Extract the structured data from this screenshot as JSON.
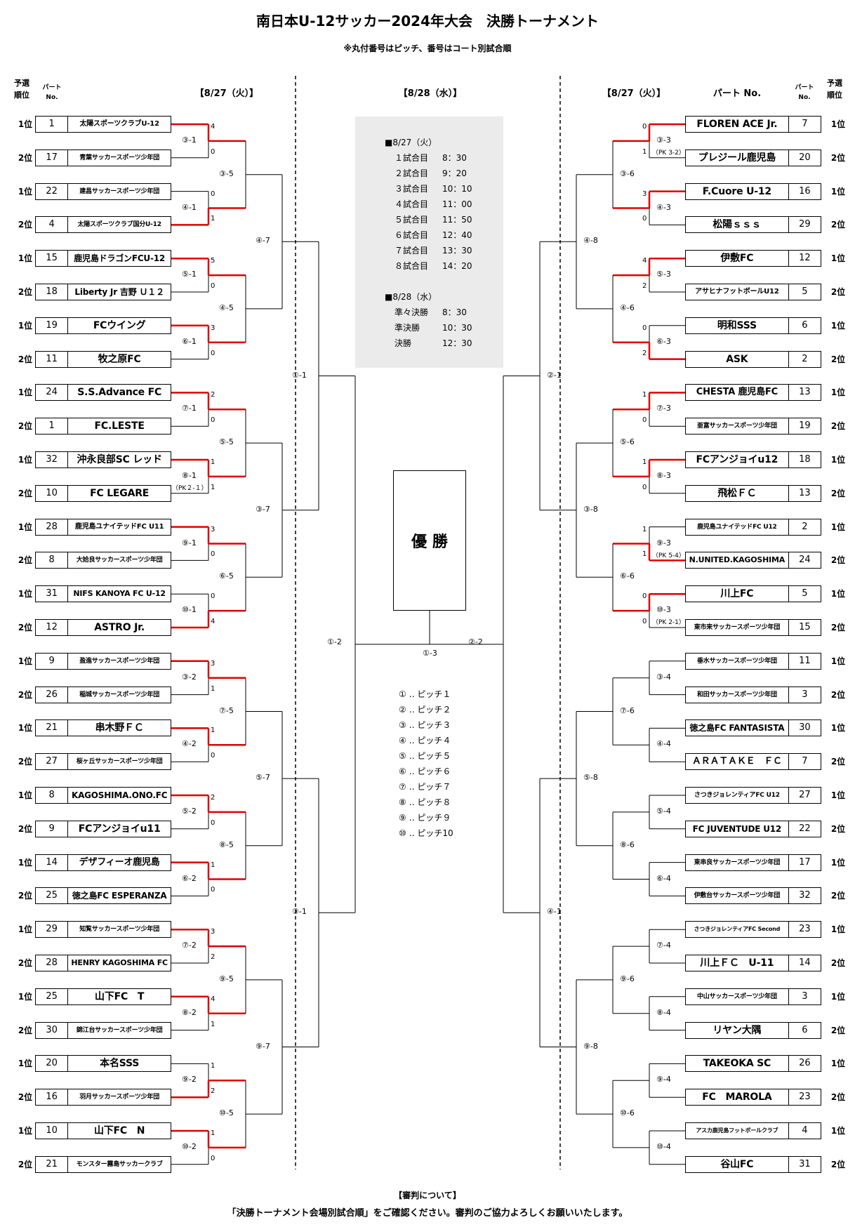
{
  "title": "南日本U-12サッカー2024年大会　決勝トーナメント",
  "subtitle": "※丸付番号はピッチ、番号はコート別試合順",
  "headers": {
    "rank": "予選\n順位",
    "part": "パート\nNo.",
    "part_no": "パート No.",
    "day1": "【8/27（火）】",
    "day2": "【8/28（水）】"
  },
  "schedule": {
    "day1_title": "■8/27（火）",
    "day1": [
      {
        "game": "１試合目",
        "time": "8：30"
      },
      {
        "game": "２試合目",
        "time": "9：20"
      },
      {
        "game": "３試合目",
        "time": "10：10"
      },
      {
        "game": "４試合目",
        "time": "11：00"
      },
      {
        "game": "５試合目",
        "time": "11：50"
      },
      {
        "game": "６試合目",
        "time": "12：40"
      },
      {
        "game": "７試合目",
        "time": "13：30"
      },
      {
        "game": "８試合目",
        "time": "14：20"
      }
    ],
    "day2_title": "■8/28（水）",
    "day2": [
      {
        "game": "準々決勝",
        "time": "8：30"
      },
      {
        "game": "準決勝",
        "time": "10：30"
      },
      {
        "game": "決勝",
        "time": "12：30"
      }
    ]
  },
  "champion": "優 勝",
  "final_label": "①-3",
  "pitches": [
    "① ‥ ピッチ１",
    "② ‥ ピッチ２",
    "③ ‥ ピッチ３",
    "④ ‥ ピッチ４",
    "⑤ ‥ ピッチ５",
    "⑥ ‥ ピッチ６",
    "⑦ ‥ ピッチ７",
    "⑧ ‥ ピッチ８",
    "⑨ ‥ ピッチ９",
    "⑩ ‥ ピッチ10"
  ],
  "referee_title": "【審判について】",
  "referee_text": "「決勝トーナメント会場別試合順」をご確認ください。審判のご協力よろしくお願いいたします。",
  "left_teams": [
    {
      "rank": "1位",
      "no": "1",
      "name": "太陽スポーツクラブU-12",
      "fs": 10
    },
    {
      "rank": "2位",
      "no": "17",
      "name": "青葉サッカースポーツ少年団",
      "fs": 9
    },
    {
      "rank": "1位",
      "no": "22",
      "name": "建昌サッカースポーツ少年団",
      "fs": 9
    },
    {
      "rank": "2位",
      "no": "4",
      "name": "太陽スポーツクラブ国分U-12",
      "fs": 9
    },
    {
      "rank": "1位",
      "no": "15",
      "name": "鹿児島ドラゴンFCU-12",
      "fs": 12
    },
    {
      "rank": "2位",
      "no": "18",
      "name": "Liberty Jr 吉野 Ｕ１２",
      "fs": 12
    },
    {
      "rank": "1位",
      "no": "19",
      "name": "FCウイング",
      "fs": 14
    },
    {
      "rank": "2位",
      "no": "11",
      "name": "牧之原FC",
      "fs": 14
    },
    {
      "rank": "1位",
      "no": "24",
      "name": "S.S.Advance FC",
      "fs": 14
    },
    {
      "rank": "2位",
      "no": "1",
      "name": "FC.LESTE",
      "fs": 14
    },
    {
      "rank": "1位",
      "no": "32",
      "name": "沖永良部SC レッド",
      "fs": 14
    },
    {
      "rank": "2位",
      "no": "10",
      "name": "FC LEGARE",
      "fs": 14
    },
    {
      "rank": "1位",
      "no": "28",
      "name": "鹿児島ユナイテッドFC U11",
      "fs": 10
    },
    {
      "rank": "2位",
      "no": "8",
      "name": "大姶良サッカースポーツ少年団",
      "fs": 9
    },
    {
      "rank": "1位",
      "no": "31",
      "name": "NIFS KANOYA FC U-12",
      "fs": 11
    },
    {
      "rank": "2位",
      "no": "12",
      "name": "ASTRO Jr.",
      "fs": 14
    },
    {
      "rank": "1位",
      "no": "9",
      "name": "盈進サッカースポーツ少年団",
      "fs": 9
    },
    {
      "rank": "2位",
      "no": "26",
      "name": "稲城サッカースポーツ少年団",
      "fs": 9
    },
    {
      "rank": "1位",
      "no": "21",
      "name": "串木野ＦＣ",
      "fs": 14
    },
    {
      "rank": "2位",
      "no": "27",
      "name": "桜ヶ丘サッカースポーツ少年団",
      "fs": 9
    },
    {
      "rank": "1位",
      "no": "8",
      "name": "KAGOSHIMA.ONO.FC",
      "fs": 12
    },
    {
      "rank": "2位",
      "no": "9",
      "name": "FCアンジョイu11",
      "fs": 14
    },
    {
      "rank": "1位",
      "no": "14",
      "name": "デザフィーオ鹿児島",
      "fs": 13
    },
    {
      "rank": "2位",
      "no": "25",
      "name": "徳之島FC ESPERANZA",
      "fs": 12
    },
    {
      "rank": "1位",
      "no": "29",
      "name": "知覧サッカースポーツ少年団",
      "fs": 9
    },
    {
      "rank": "2位",
      "no": "28",
      "name": "HENRY KAGOSHIMA FC",
      "fs": 11
    },
    {
      "rank": "1位",
      "no": "25",
      "name": "山下FC　T",
      "fs": 14
    },
    {
      "rank": "2位",
      "no": "30",
      "name": "錦江台サッカースポーツ少年団",
      "fs": 9
    },
    {
      "rank": "1位",
      "no": "20",
      "name": "本名SSS",
      "fs": 14
    },
    {
      "rank": "2位",
      "no": "16",
      "name": "羽月サッカースポーツ少年団",
      "fs": 9
    },
    {
      "rank": "1位",
      "no": "10",
      "name": "山下FC　N",
      "fs": 14
    },
    {
      "rank": "2位",
      "no": "21",
      "name": "モンスター霧島サッカークラブ",
      "fs": 9
    }
  ],
  "right_teams": [
    {
      "rank": "1位",
      "no": "7",
      "name": "FLOREN ACE Jr.",
      "fs": 14
    },
    {
      "rank": "2位",
      "no": "20",
      "name": "プレジール鹿児島",
      "fs": 14
    },
    {
      "rank": "1位",
      "no": "16",
      "name": "F.Cuore U-12",
      "fs": 14
    },
    {
      "rank": "2位",
      "no": "29",
      "name": "松陽ｓｓｓ",
      "fs": 14
    },
    {
      "rank": "1位",
      "no": "12",
      "name": "伊敷FC",
      "fs": 14
    },
    {
      "rank": "2位",
      "no": "5",
      "name": "アサヒナフットボールU12",
      "fs": 10
    },
    {
      "rank": "1位",
      "no": "6",
      "name": "明和SSS",
      "fs": 14
    },
    {
      "rank": "2位",
      "no": "2",
      "name": "ASK",
      "fs": 14
    },
    {
      "rank": "1位",
      "no": "13",
      "name": "CHESTA 鹿児島FC",
      "fs": 13
    },
    {
      "rank": "2位",
      "no": "19",
      "name": "亜富サッカースポーツ少年団",
      "fs": 9
    },
    {
      "rank": "1位",
      "no": "18",
      "name": "FCアンジョイu12",
      "fs": 14
    },
    {
      "rank": "2位",
      "no": "13",
      "name": "飛松ＦＣ",
      "fs": 14
    },
    {
      "rank": "1位",
      "no": "2",
      "name": "鹿児島ユナイテッドFC U12",
      "fs": 9
    },
    {
      "rank": "2位",
      "no": "24",
      "name": "N.UNITED.KAGOSHIMA",
      "fs": 11
    },
    {
      "rank": "1位",
      "no": "5",
      "name": "川上FC",
      "fs": 14
    },
    {
      "rank": "2位",
      "no": "15",
      "name": "東市来サッカースポーツ少年団",
      "fs": 9
    },
    {
      "rank": "1位",
      "no": "11",
      "name": "垂水サッカースポーツ少年団",
      "fs": 9
    },
    {
      "rank": "2位",
      "no": "3",
      "name": "和田サッカースポーツ少年団",
      "fs": 9
    },
    {
      "rank": "1位",
      "no": "30",
      "name": "徳之島FC FANTASISTA",
      "fs": 12
    },
    {
      "rank": "2位",
      "no": "7",
      "name": "ＡＲＡＴＡＫＥ　ＦＣ",
      "fs": 13
    },
    {
      "rank": "1位",
      "no": "27",
      "name": "さつきジョレンティアFC U12",
      "fs": 9
    },
    {
      "rank": "2位",
      "no": "22",
      "name": "FC JUVENTUDE U12",
      "fs": 12
    },
    {
      "rank": "1位",
      "no": "17",
      "name": "東串良サッカースポーツ少年団",
      "fs": 9
    },
    {
      "rank": "2位",
      "no": "32",
      "name": "伊敷台サッカースポーツ少年団",
      "fs": 9
    },
    {
      "rank": "1位",
      "no": "23",
      "name": "さつきジョレンティアFC Second",
      "fs": 8
    },
    {
      "rank": "2位",
      "no": "14",
      "name": "川上ＦＣ　U-11",
      "fs": 14
    },
    {
      "rank": "1位",
      "no": "3",
      "name": "中山サッカースポーツ少年団",
      "fs": 9
    },
    {
      "rank": "2位",
      "no": "6",
      "name": "リヤン大隅",
      "fs": 14
    },
    {
      "rank": "1位",
      "no": "26",
      "name": "TAKEOKA  SC",
      "fs": 14
    },
    {
      "rank": "2位",
      "no": "23",
      "name": "FC　MAROLA",
      "fs": 14
    },
    {
      "rank": "1位",
      "no": "4",
      "name": "アスカ鹿児島フットボールクラブ",
      "fs": 8
    },
    {
      "rank": "2位",
      "no": "31",
      "name": "谷山FC",
      "fs": 14
    }
  ],
  "left_r1": [
    {
      "label": "③-1",
      "s1": "4",
      "s2": "0",
      "w": 0
    },
    {
      "label": "④-1",
      "s1": "0",
      "s2": "1",
      "w": 1
    },
    {
      "label": "⑤-1",
      "s1": "5",
      "s2": "0",
      "w": 0
    },
    {
      "label": "⑥-1",
      "s1": "3",
      "s2": "0",
      "w": 0
    },
    {
      "label": "⑦-1",
      "s1": "2",
      "s2": "0",
      "w": 0
    },
    {
      "label": "⑧-1",
      "s1": "1",
      "s2": "1",
      "w": 0,
      "pk": "（PK２-１）"
    },
    {
      "label": "⑨-1",
      "s1": "3",
      "s2": "0",
      "w": 0
    },
    {
      "label": "⑩-1",
      "s1": "0",
      "s2": "4",
      "w": 1
    },
    {
      "label": "③-2",
      "s1": "3",
      "s2": "1",
      "w": 0
    },
    {
      "label": "④-2",
      "s1": "1",
      "s2": "0",
      "w": 0
    },
    {
      "label": "⑤-2",
      "s1": "2",
      "s2": "0",
      "w": 0
    },
    {
      "label": "⑥-2",
      "s1": "1",
      "s2": "0",
      "w": 0
    },
    {
      "label": "⑦-2",
      "s1": "3",
      "s2": "2",
      "w": 0
    },
    {
      "label": "⑧-2",
      "s1": "4",
      "s2": "1",
      "w": 0
    },
    {
      "label": "⑨-2",
      "s1": "1",
      "s2": "2",
      "w": 1
    },
    {
      "label": "⑩-2",
      "s1": "1",
      "s2": "0",
      "w": 0
    }
  ],
  "right_r1": [
    {
      "label": "③-3",
      "s1": "0",
      "s2": "1",
      "w": 0,
      "pk": "（PK 3-2）"
    },
    {
      "label": "④-3",
      "s1": "3",
      "s2": "0",
      "w": 0
    },
    {
      "label": "⑤-3",
      "s1": "4",
      "s2": "2",
      "w": 0
    },
    {
      "label": "⑥-3",
      "s1": "0",
      "s2": "2",
      "w": 1
    },
    {
      "label": "⑦-3",
      "s1": "1",
      "s2": "0",
      "w": 0
    },
    {
      "label": "⑧-3",
      "s1": "1",
      "s2": "0",
      "w": 0
    },
    {
      "label": "⑨-3",
      "s1": "1",
      "s2": "1",
      "w": 1,
      "pk": "（PK 5-4）"
    },
    {
      "label": "⑩-3",
      "s1": "0",
      "s2": "0",
      "w": 0,
      "pk": "（PK 2-1）"
    },
    {
      "label": "③-4"
    },
    {
      "label": "④-4"
    },
    {
      "label": "⑤-4"
    },
    {
      "label": "⑥-4"
    },
    {
      "label": "⑦-4"
    },
    {
      "label": "⑧-4"
    },
    {
      "label": "⑨-4"
    },
    {
      "label": "⑩-4"
    }
  ],
  "left_r2": [
    "③-5",
    "④-5",
    "⑤-5",
    "⑥-5",
    "⑦-5",
    "⑧-5",
    "⑨-5",
    "⑩-5"
  ],
  "right_r2": [
    "③-6",
    "④-6",
    "⑤-6",
    "⑥-6",
    "⑦-6",
    "⑧-6",
    "⑨-6",
    "⑩-6"
  ],
  "left_r3": [
    "④-7",
    "③-7",
    "⑤-7",
    "⑨-7"
  ],
  "right_r3": [
    "④-8",
    "③-8",
    "⑤-8",
    "⑨-8"
  ],
  "left_qf": [
    "①-1",
    "③-1"
  ],
  "right_qf": [
    "②-1",
    "④-1"
  ],
  "left_sf": "①-2",
  "right_sf": "②-2",
  "colors": {
    "win": "#e00000",
    "line": "#000000",
    "sched_bg": "#ebebeb"
  }
}
